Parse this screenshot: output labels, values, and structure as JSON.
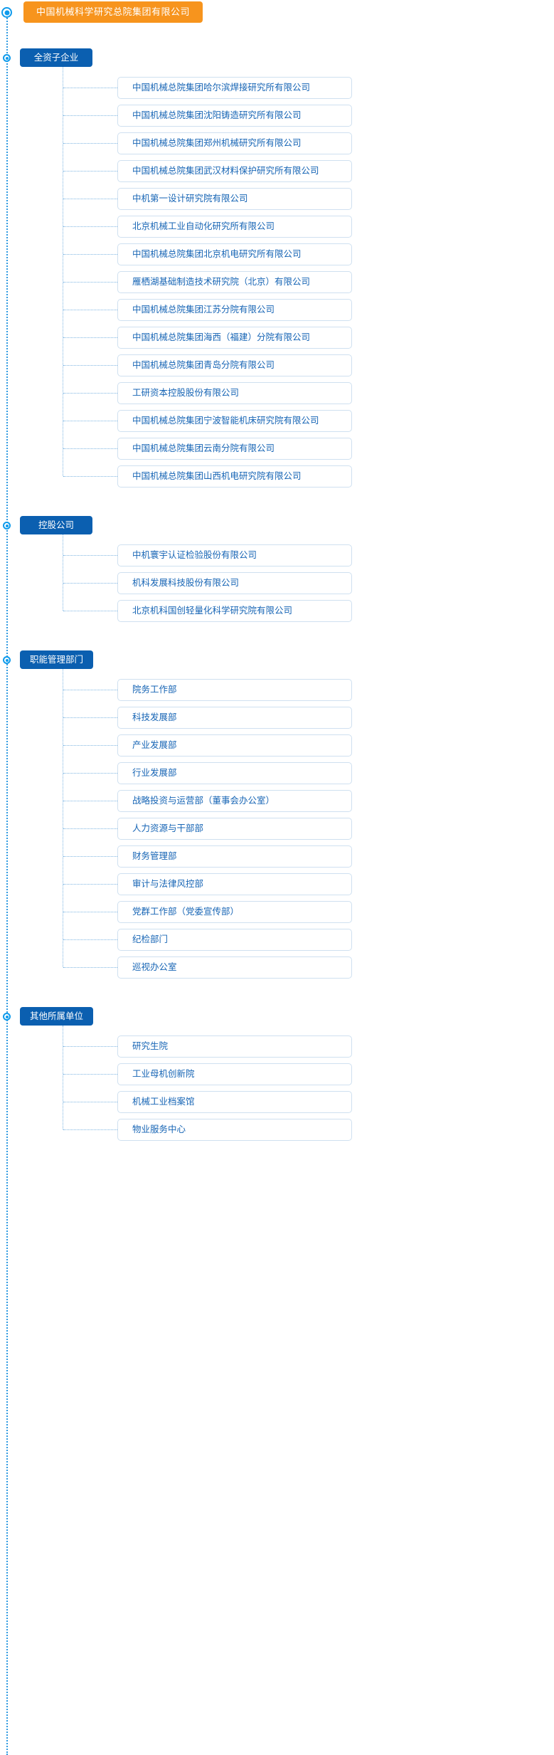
{
  "root": {
    "label": "中国机械科学研究总院集团有限公司",
    "color": "#F7941D",
    "marker": "node-marker-icon"
  },
  "theme": {
    "section_color": "#0B5FB0",
    "item_text_color": "#1765b5",
    "item_border_color": "#cfe0f0",
    "spine_color": "#2f9ae0",
    "connector_color": "#7fb6e2"
  },
  "sections": [
    {
      "label": "全资子企业",
      "items": [
        "中国机械总院集团哈尔滨焊接研究所有限公司",
        "中国机械总院集团沈阳铸造研究所有限公司",
        "中国机械总院集团郑州机械研究所有限公司",
        "中国机械总院集团武汉材料保护研究所有限公司",
        "中机第一设计研究院有限公司",
        "北京机械工业自动化研究所有限公司",
        "中国机械总院集团北京机电研究所有限公司",
        "雁栖湖基础制造技术研究院（北京）有限公司",
        "中国机械总院集团江苏分院有限公司",
        "中国机械总院集团海西（福建）分院有限公司",
        "中国机械总院集团青岛分院有限公司",
        "工研资本控股股份有限公司",
        "中国机械总院集团宁波智能机床研究院有限公司",
        "中国机械总院集团云南分院有限公司",
        "中国机械总院集团山西机电研究院有限公司"
      ]
    },
    {
      "label": "控股公司",
      "items": [
        "中机寰宇认证检验股份有限公司",
        "机科发展科技股份有限公司",
        "北京机科国创轻量化科学研究院有限公司"
      ]
    },
    {
      "label": "职能管理部门",
      "items": [
        "院务工作部",
        "科技发展部",
        "产业发展部",
        "行业发展部",
        "战略投资与运营部（董事会办公室）",
        "人力资源与干部部",
        "财务管理部",
        "审计与法律风控部",
        "党群工作部（党委宣传部）",
        "纪检部门",
        "巡视办公室"
      ]
    },
    {
      "label": "其他所属单位",
      "items": [
        "研究生院",
        "工业母机创新院",
        "机械工业档案馆",
        "物业服务中心"
      ]
    }
  ]
}
